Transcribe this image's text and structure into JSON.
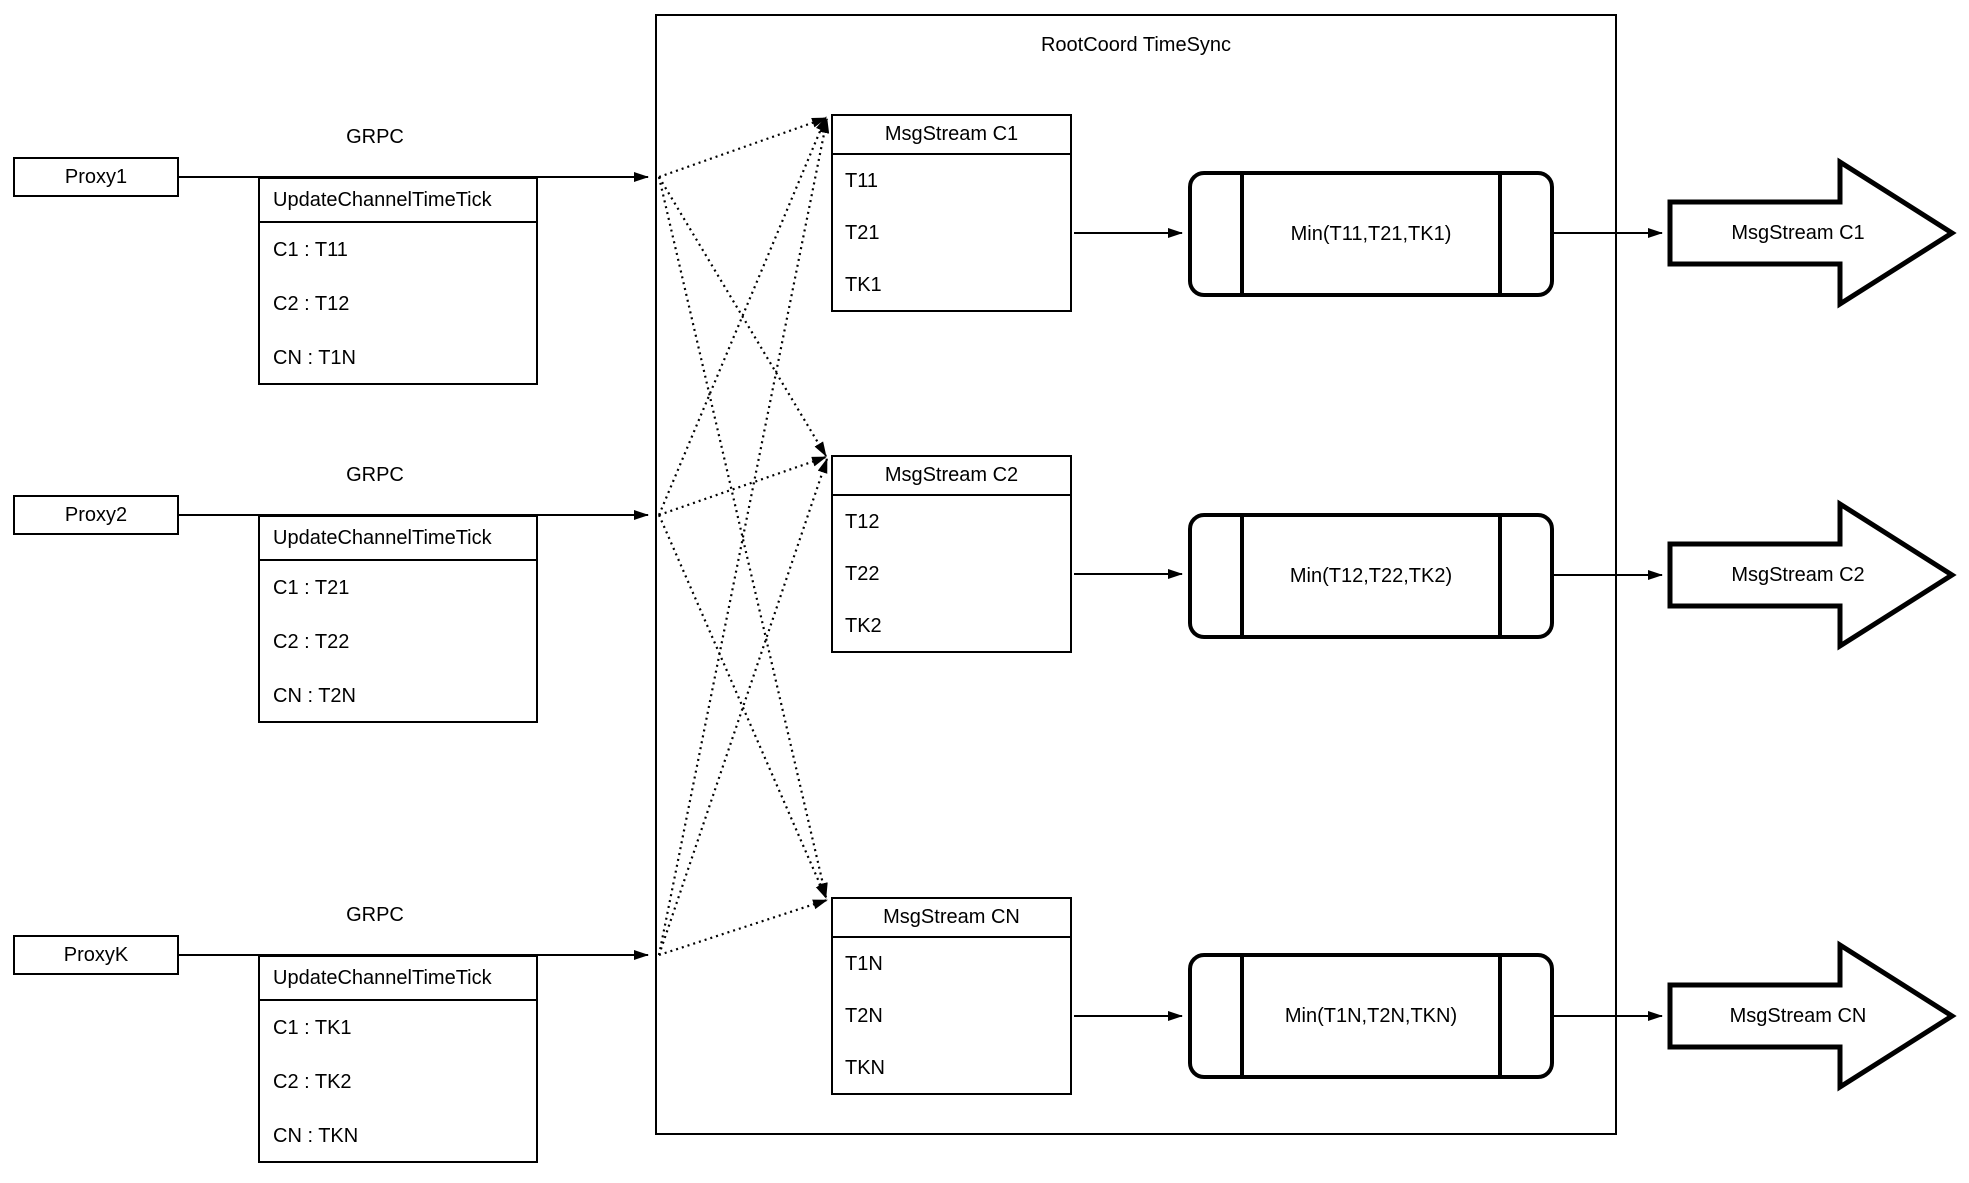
{
  "diagram": {
    "container_title": "RootCoord TimeSync",
    "colors": {
      "stroke": "#000000",
      "background": "#ffffff"
    },
    "proxies": [
      {
        "name": "Proxy1",
        "protocol": "GRPC",
        "message": {
          "title": "UpdateChannelTimeTick",
          "rows": [
            "C1 :  T11",
            "C2 :  T12",
            "CN : T1N"
          ]
        }
      },
      {
        "name": "Proxy2",
        "protocol": "GRPC",
        "message": {
          "title": "UpdateChannelTimeTick",
          "rows": [
            "C1 :  T21",
            "C2 :  T22",
            "CN : T2N"
          ]
        }
      },
      {
        "name": "ProxyK",
        "protocol": "GRPC",
        "message": {
          "title": "UpdateChannelTimeTick",
          "rows": [
            "C1 :  TK1",
            "C2 :  TK2",
            "CN : TKN"
          ]
        }
      }
    ],
    "streams": [
      {
        "title": "MsgStream C1",
        "rows": [
          "T11",
          "T21",
          "TK1"
        ],
        "min": "Min(T11,T21,TK1)",
        "output": "MsgStream C1"
      },
      {
        "title": "MsgStream C2",
        "rows": [
          "T12",
          "T22",
          "TK2"
        ],
        "min": "Min(T12,T22,TK2)",
        "output": "MsgStream C2"
      },
      {
        "title": "MsgStream CN",
        "rows": [
          "T1N",
          "T2N",
          "TKN"
        ],
        "min": "Min(T1N,T2N,TKN)",
        "output": "MsgStream CN"
      }
    ]
  }
}
